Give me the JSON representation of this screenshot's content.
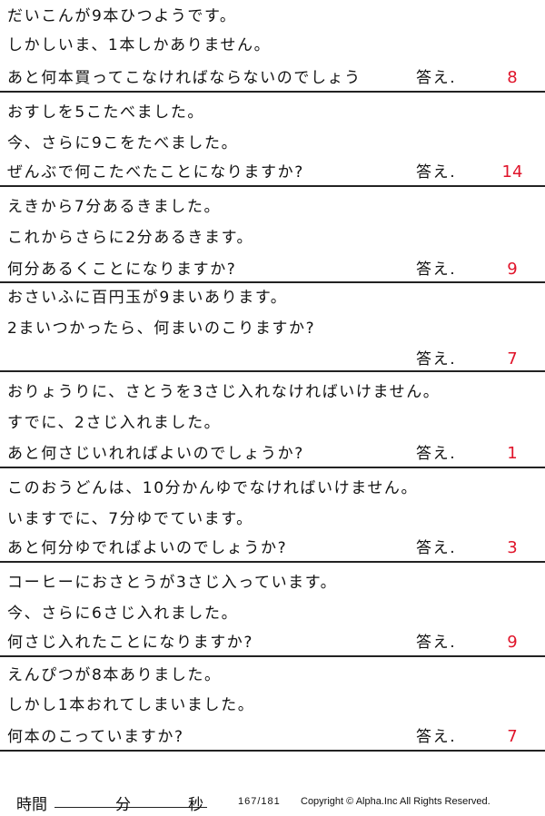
{
  "problems": [
    {
      "lines": [
        "だいこんが9本ひつようです。",
        "しかしいま、1本しかありません。",
        "あと何本買ってこなければならないのでしょう"
      ],
      "answer_label": "答え.",
      "answer": "8"
    },
    {
      "lines": [
        "おすしを5こたべました。",
        "今、さらに9こをたべました。",
        "ぜんぶで何こたべたことになりますか?"
      ],
      "answer_label": "答え.",
      "answer": "14"
    },
    {
      "lines": [
        "えきから7分あるきました。",
        "これからさらに2分あるきます。",
        "何分あるくことになりますか?"
      ],
      "answer_label": "答え.",
      "answer": "9"
    },
    {
      "lines": [
        "おさいふに百円玉が9まいあります。",
        "2まいつかったら、何まいのこりますか?"
      ],
      "answer_label": "答え.",
      "answer": "7"
    },
    {
      "lines": [
        "おりょうりに、さとうを3さじ入れなければいけません。",
        "すでに、2さじ入れました。",
        "あと何さじいれればよいのでしょうか?"
      ],
      "answer_label": "答え.",
      "answer": "1"
    },
    {
      "lines": [
        "このおうどんは、10分かんゆでなければいけません。",
        "いますでに、7分ゆでています。",
        "あと何分ゆでればよいのでしょうか?"
      ],
      "answer_label": "答え.",
      "answer": "3"
    },
    {
      "lines": [
        "コーヒーにおさとうが3さじ入っています。",
        "今、さらに6さじ入れました。",
        "何さじ入れたことになりますか?"
      ],
      "answer_label": "答え.",
      "answer": "9"
    },
    {
      "lines": [
        "えんぴつが8本ありました。",
        "しかし1本おれてしまいました。",
        "何本のこっていますか?"
      ],
      "answer_label": "答え.",
      "answer": "7"
    }
  ],
  "footer": {
    "time_label": "時間",
    "minutes_label": "分",
    "seconds_label": "秒",
    "page_number": "167/181",
    "copyright": "Copyright © Alpha.Inc All Rights Reserved."
  },
  "colors": {
    "answer": "#e0142a",
    "rule": "#222222"
  }
}
